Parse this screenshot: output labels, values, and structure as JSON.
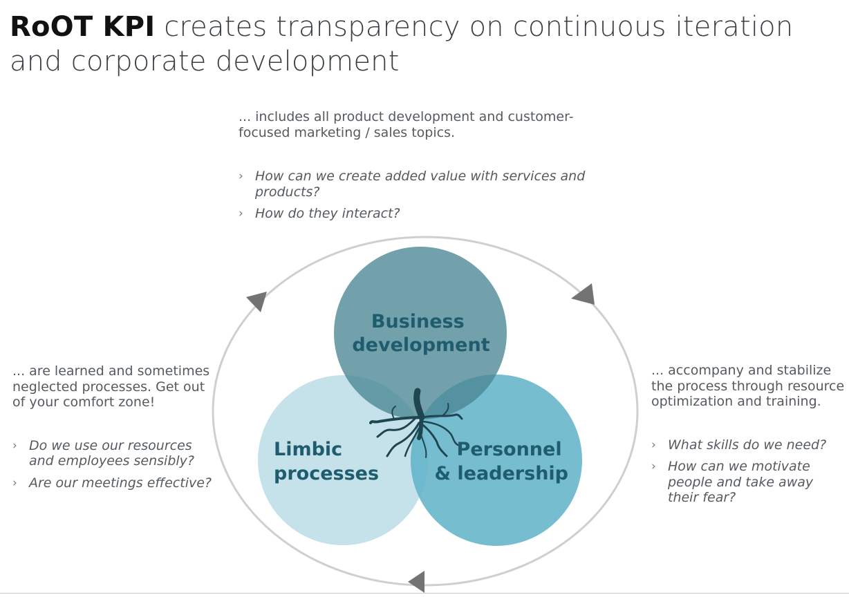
{
  "title": {
    "brand": "RoOT KPI",
    "rest": " creates transparency on continuous iteration and corporate development"
  },
  "top": {
    "text": "... includes all product development and customer-focused marketing / sales topics.",
    "questions": [
      "How can we create added value with services and products?",
      "How do they interact?"
    ]
  },
  "left": {
    "text": "... are learned and sometimes neglected processes. Get out of your comfort zone!",
    "questions": [
      "Do we use our resources and employees sensibly?",
      "Are our meetings effective?"
    ]
  },
  "right": {
    "text": "... accompany and stabilize the process through resource optimization and training.",
    "questions": [
      "What skills do we need?",
      "How can we motivate people and take away their fear?"
    ]
  },
  "circles": {
    "business": [
      "Business",
      "development"
    ],
    "limbic": [
      "Limbic",
      "processes"
    ],
    "personnel": [
      "Personnel",
      "& leadership"
    ]
  },
  "bullet_glyph": "›",
  "colors": {
    "business": "#4a8594",
    "limbic": "#c5e2ea",
    "personnel": "#5eb2c8",
    "label": "#1f5c6e",
    "ring": "#cfcfcf",
    "arrow": "#737373",
    "root": "#1f4550"
  }
}
